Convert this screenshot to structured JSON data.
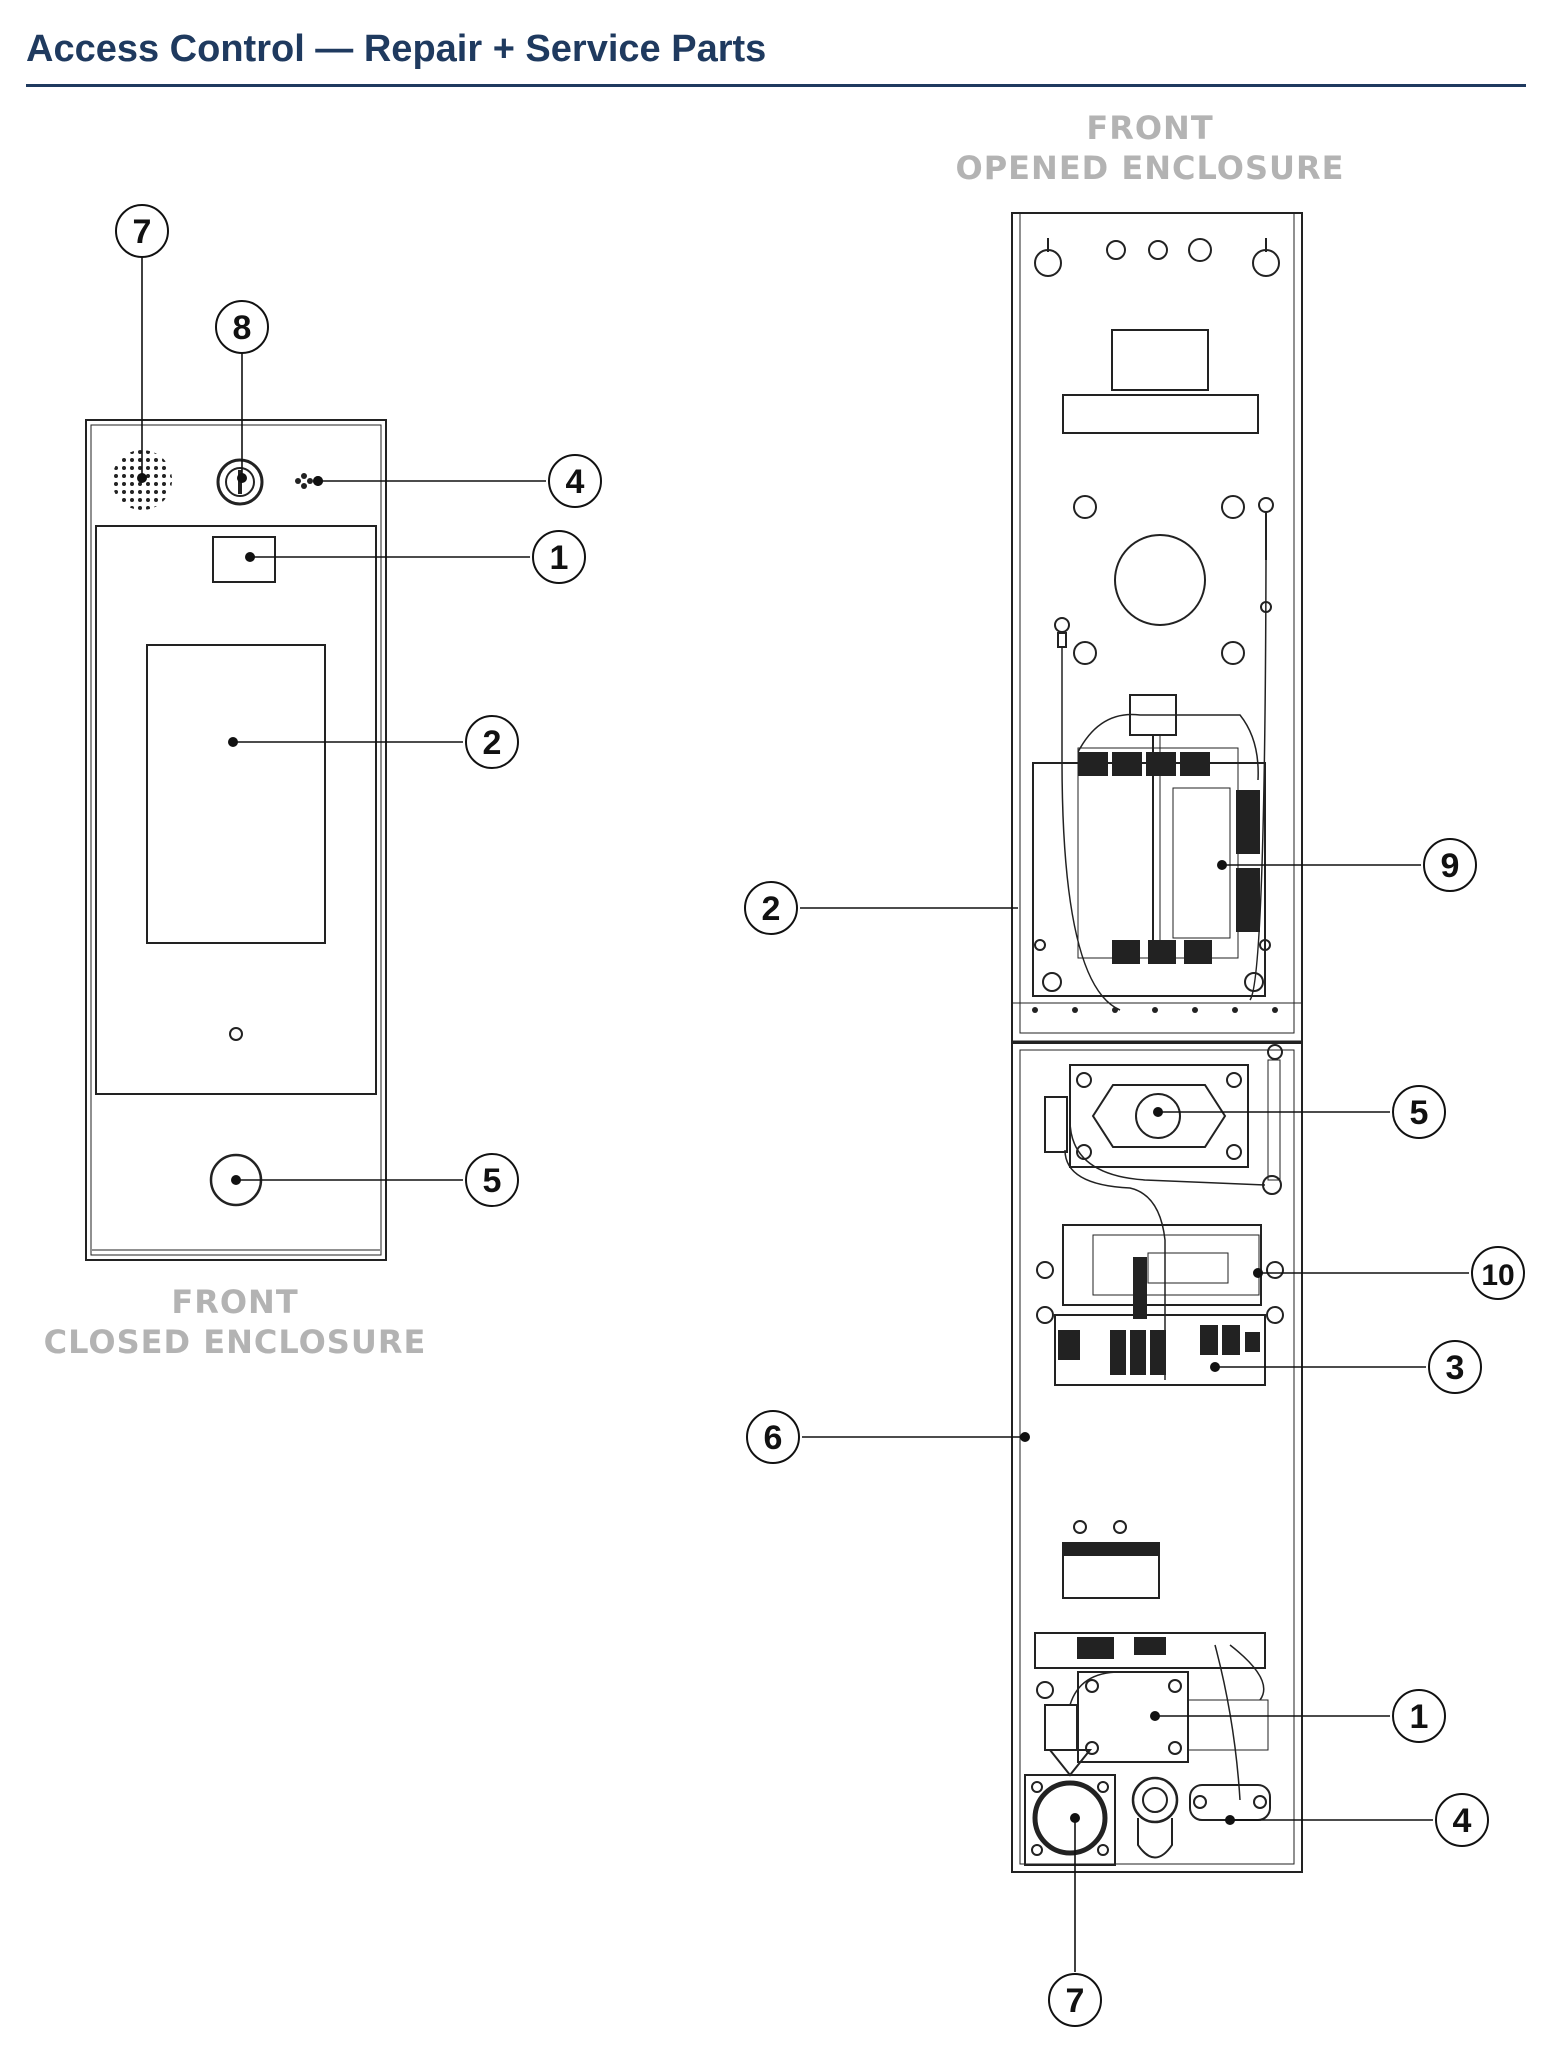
{
  "title": "Access Control — Repair + Service Parts",
  "views": {
    "closed": {
      "line1": "FRONT",
      "line2": "CLOSED ENCLOSURE"
    },
    "opened": {
      "line1": "FRONT",
      "line2": "OPENED ENCLOSURE"
    }
  },
  "callouts": {
    "closed": [
      "7",
      "8",
      "4",
      "1",
      "2",
      "5"
    ],
    "opened": [
      "9",
      "2",
      "5",
      "10",
      "3",
      "6",
      "1",
      "4",
      "7"
    ]
  },
  "colors": {
    "title": "#1f3a5f",
    "caption": "#b3b3b3",
    "line": "#111111"
  }
}
